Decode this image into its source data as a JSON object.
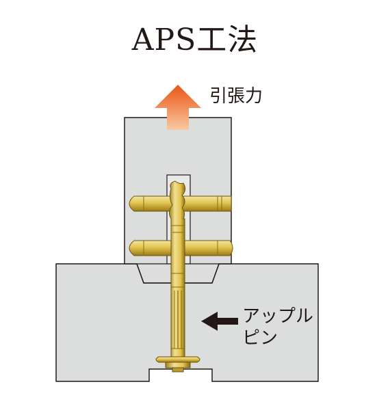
{
  "title": "APS工法",
  "labels": {
    "tension": "引張力",
    "pin_line1": "アップル",
    "pin_line2": "ピン"
  },
  "colors": {
    "block_fill": "#dcdddd",
    "block_stroke": "#231815",
    "pin_gold": "#e2c44f",
    "pin_dark": "#8a6d14",
    "arrow_top": "#ea5513",
    "arrow_bottom": "#f8c9a3",
    "pointer": "#231815"
  },
  "icons": {
    "tension_arrow": "up-arrow-icon",
    "pin_pointer": "left-arrow-icon"
  }
}
